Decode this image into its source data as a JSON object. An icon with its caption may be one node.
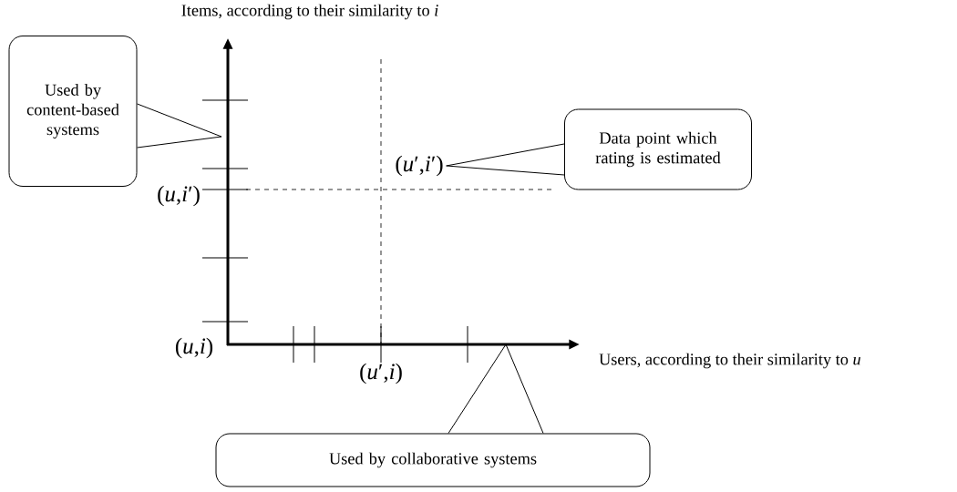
{
  "diagram": {
    "nodes": [
      {
        "text": [
          "Used by content-based systems"
        ]
      },
      {
        "text": [
          "Data point which rating is estimated"
        ]
      },
      {
        "text": [
          "Used by collaborative systems"
        ]
      },
      {
        "text": [
          "(*u*′,*i*′)"
        ]
      }
    ],
    "edges": [
      {
        "from": 0,
        "to": null,
        "arrow": "none"
      },
      {
        "from": 1,
        "to": 3,
        "arrow": "none"
      },
      {
        "from": 2,
        "to": null,
        "arrow": "none"
      }
    ],
    "labels": [
      "Items, according to their similarity to *i*",
      "(*u*,*i*′)",
      "(*u*,*i*)",
      "(*u*′,*i*)",
      "Users, according to their similarity to *u*"
    ]
  }
}
